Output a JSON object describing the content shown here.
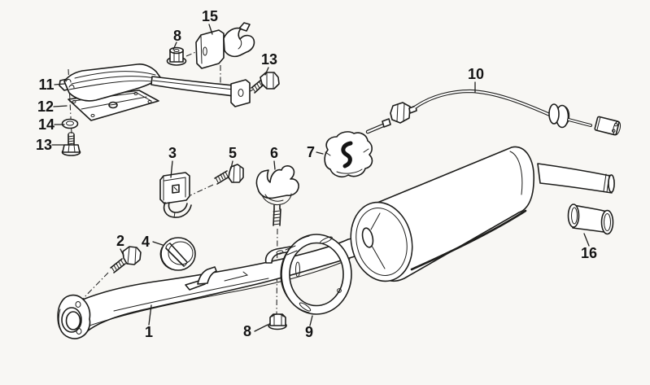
{
  "page": {
    "background_color": "#f8f7f4",
    "ink_color": "#1d1d1b"
  },
  "diagram": {
    "type": "exploded-parts-diagram",
    "labels": [
      {
        "text": "15",
        "shape": "support-bracket-with-clamp"
      },
      {
        "text": "8",
        "shape": "flange-nut"
      },
      {
        "text": "13",
        "shape": "hex-bolt"
      },
      {
        "text": "11",
        "shape": "heat-shield"
      },
      {
        "text": "12",
        "shape": "shield-plate"
      },
      {
        "text": "14",
        "shape": "washer"
      },
      {
        "text": "13",
        "shape": "hex-bolt"
      },
      {
        "text": "10",
        "shape": "sensor-cable"
      },
      {
        "text": "3",
        "shape": "clip-nut"
      },
      {
        "text": "5",
        "shape": "hex-bolt"
      },
      {
        "text": "6",
        "shape": "clamp-with-stud"
      },
      {
        "text": "7",
        "shape": "rubber-hanger"
      },
      {
        "text": "2",
        "shape": "hex-bolt"
      },
      {
        "text": "4",
        "shape": "rubber-grommet"
      },
      {
        "text": "1",
        "shape": "front-pipe"
      },
      {
        "text": "8",
        "shape": "hex-nut"
      },
      {
        "text": "9",
        "shape": "clamp-ring"
      },
      {
        "text": "16",
        "shape": "tail-pipe-tip"
      }
    ]
  }
}
